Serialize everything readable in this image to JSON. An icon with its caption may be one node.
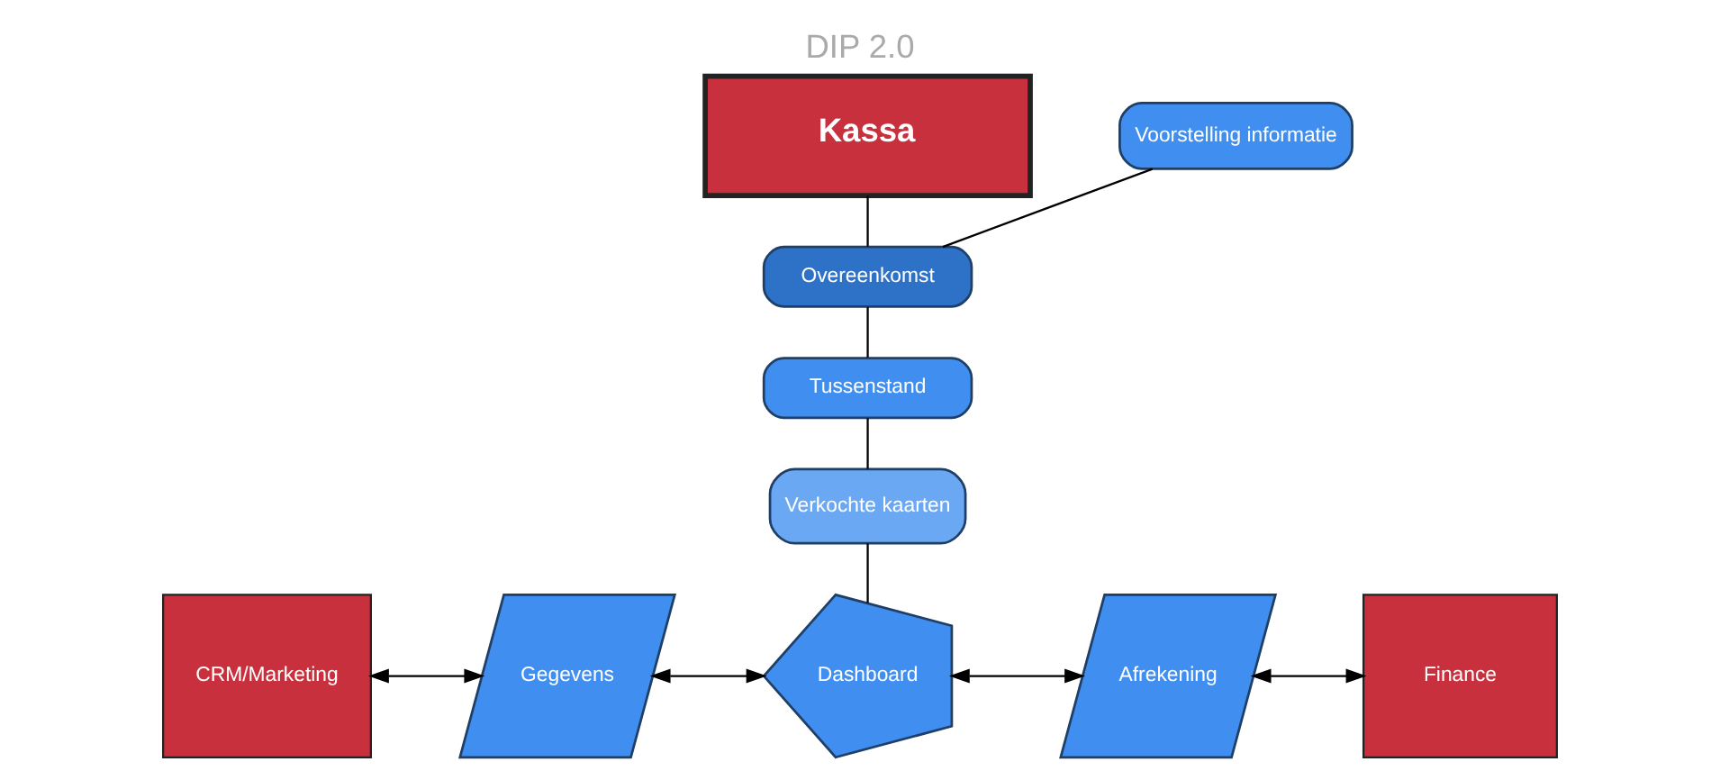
{
  "diagram": {
    "title": "DIP 2.0",
    "nodes": [
      {
        "text": [
          "Kassa"
        ]
      },
      {
        "text": [
          "Overeenkomst"
        ]
      },
      {
        "text": [
          "Voorstelling informatie"
        ]
      },
      {
        "text": [
          "Tussenstand"
        ]
      },
      {
        "text": [
          "Verkochte kaarten"
        ]
      },
      {
        "text": [
          "Dashboard"
        ]
      },
      {
        "text": [
          "CRM/Marketing"
        ]
      },
      {
        "text": [
          "Gegevens"
        ]
      },
      {
        "text": [
          "Afrekening"
        ]
      },
      {
        "text": [
          "Finance"
        ]
      }
    ],
    "edges": [
      {
        "from": 0,
        "to": 1,
        "arrow": "none"
      },
      {
        "from": 1,
        "to": 2,
        "arrow": "none"
      },
      {
        "from": 1,
        "to": 3,
        "arrow": "none"
      },
      {
        "from": 3,
        "to": 4,
        "arrow": "none"
      },
      {
        "from": 4,
        "to": 5,
        "arrow": "none"
      },
      {
        "from": 6,
        "to": 7,
        "arrow": "both"
      },
      {
        "from": 7,
        "to": 5,
        "arrow": "both"
      },
      {
        "from": 5,
        "to": 8,
        "arrow": "both"
      },
      {
        "from": 8,
        "to": 9,
        "arrow": "both"
      }
    ]
  }
}
